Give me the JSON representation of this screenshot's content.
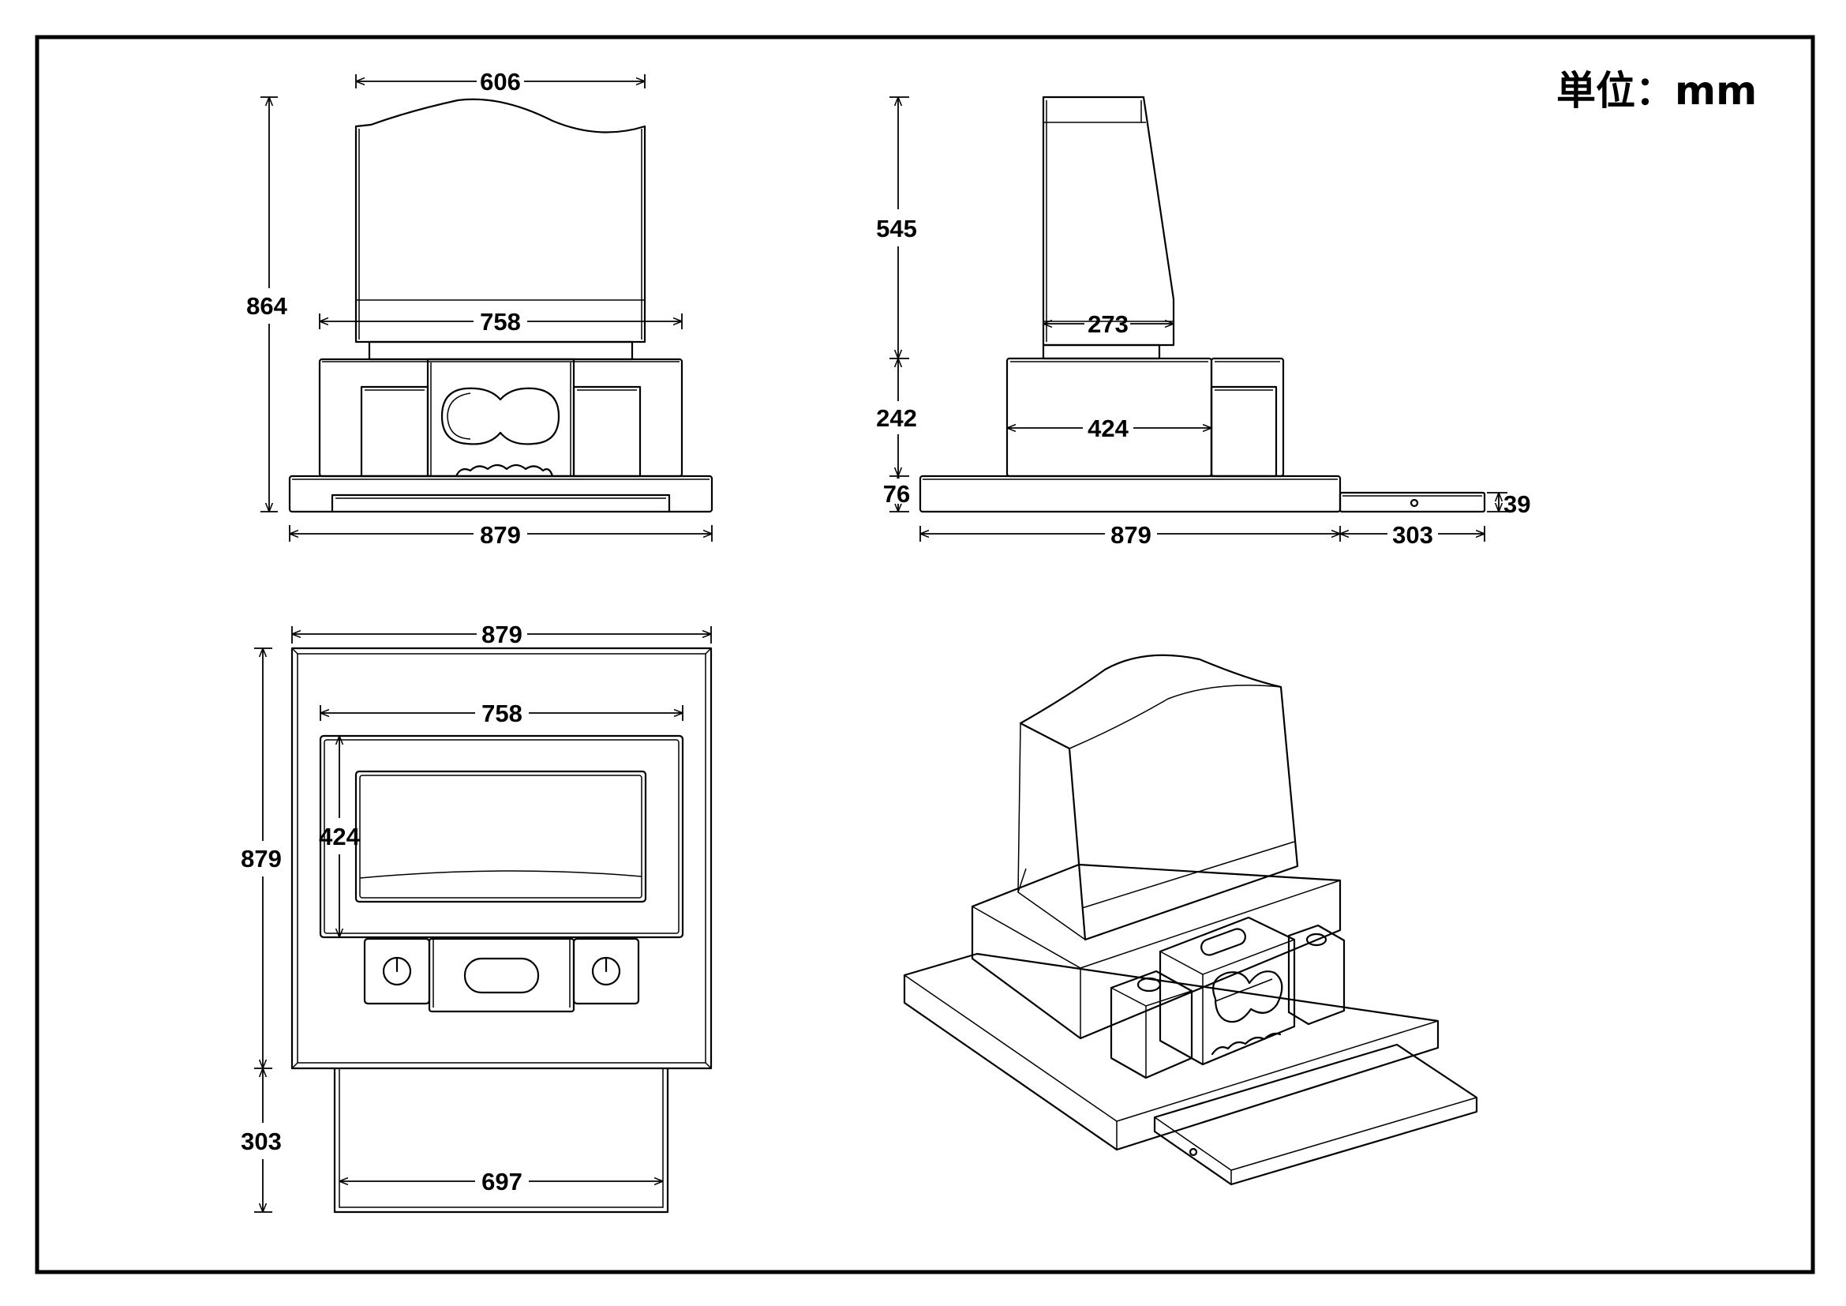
{
  "unit_label": "単位：mm",
  "views": {
    "front": {
      "dims": {
        "top_width": "606",
        "total_height": "864",
        "upper_width": "758",
        "base_width": "879"
      }
    },
    "side": {
      "dims": {
        "upper_height": "545",
        "upper_depth": "273",
        "middle_height": "242",
        "middle_depth": "424",
        "base_height": "76",
        "base_depth": "879",
        "step_depth": "303",
        "step_height": "39"
      }
    },
    "plan": {
      "dims": {
        "base_width": "879",
        "upper_width": "758",
        "middle_depth": "424",
        "base_depth": "879",
        "step_depth": "303",
        "step_width": "697"
      }
    }
  }
}
